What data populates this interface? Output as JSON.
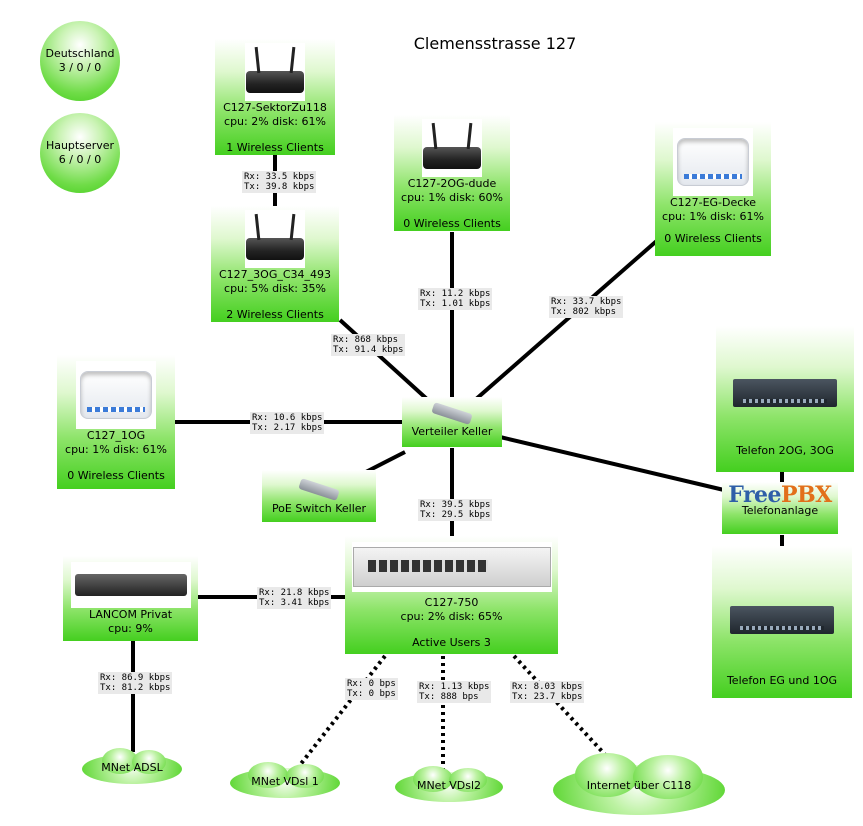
{
  "title": "Clemensstrasse 127",
  "summary_nodes": [
    {
      "name": "Deutschland",
      "counts": "3 / 0 / 0"
    },
    {
      "name": "Hauptserver",
      "counts": "6 / 0 / 0"
    }
  ],
  "devices": {
    "sektor": {
      "name": "C127-SektorZu118",
      "stats": "cpu: 2% disk: 61%",
      "clients": "1 Wireless Clients"
    },
    "c34": {
      "name": "C127_3OG_C34_493",
      "stats": "cpu: 5% disk: 35%",
      "clients": "2 Wireless Clients"
    },
    "dude": {
      "name": "C127-2OG-dude",
      "stats": "cpu: 1% disk: 60%",
      "clients": "0 Wireless Clients"
    },
    "egdecke": {
      "name": "C127-EG-Decke",
      "stats": "cpu: 1% disk: 61%",
      "clients": "0 Wireless Clients"
    },
    "og1": {
      "name": "C127_1OG",
      "stats": "cpu: 1% disk: 61%",
      "clients": "0 Wireless Clients"
    },
    "verteiler": {
      "name": "Verteiler Keller"
    },
    "poe": {
      "name": "PoE Switch Keller"
    },
    "c750": {
      "name": "C127-750",
      "stats": "cpu: 2% disk: 65%",
      "users": "Active Users 3"
    },
    "lancom": {
      "name": "LANCOM Privat",
      "stats": "cpu: 9%"
    },
    "tel2og": {
      "name": "Telefon 2OG, 3OG"
    },
    "freepbx": {
      "logo_free": "Free",
      "logo_pbx": "PBX",
      "name": "Telefonanlage"
    },
    "teleg": {
      "name": "Telefon EG und 1OG"
    }
  },
  "clouds": {
    "adsl": "MNet ADSL",
    "vdsl1": "MNet VDsl 1",
    "vdsl2": "MNet VDsl2",
    "internet": "Internet über C118"
  },
  "traffic": {
    "sektor_c34": {
      "rx": "Rx: 33.5 kbps",
      "tx": "Tx: 39.8 kbps"
    },
    "dude": {
      "rx": "Rx: 11.2 kbps",
      "tx": "Tx: 1.01 kbps"
    },
    "egdecke": {
      "rx": "Rx: 33.7 kbps",
      "tx": "Tx: 802 kbps"
    },
    "c34_vert": {
      "rx": "Rx: 868 kbps",
      "tx": "Tx: 91.4 kbps"
    },
    "og1": {
      "rx": "Rx: 10.6 kbps",
      "tx": "Tx: 2.17 kbps"
    },
    "c750": {
      "rx": "Rx: 39.5 kbps",
      "tx": "Tx: 29.5 kbps"
    },
    "lancom": {
      "rx": "Rx: 21.8 kbps",
      "tx": "Tx: 3.41 kbps"
    },
    "adsl": {
      "rx": "Rx: 86.9 kbps",
      "tx": "Tx: 81.2 kbps"
    },
    "vdsl1": {
      "rx": "Rx: 0 bps",
      "tx": "Tx: 0 bps"
    },
    "vdsl2": {
      "rx": "Rx: 1.13 kbps",
      "tx": "Tx: 888 bps"
    },
    "internet": {
      "rx": "Rx: 8.03 kbps",
      "tx": "Tx: 23.7 kbps"
    }
  },
  "colors": {
    "node_green": "#44cf1f",
    "link": "#000000"
  }
}
